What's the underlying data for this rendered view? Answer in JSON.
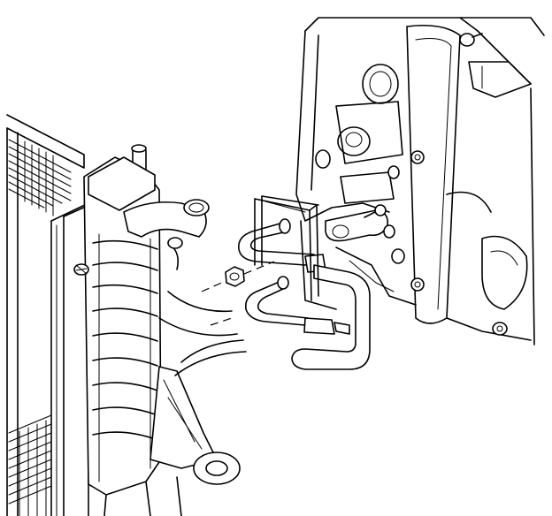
{
  "figure": {
    "background": "#ffffff",
    "line_color": "#000000"
  },
  "parts": {
    "radiator": "radiator",
    "radiator_tank": "radiator-tank",
    "upper_hose": "upper-radiator-hose",
    "lower_hose": "lower-radiator-hose",
    "oil_cooler_lines": "oil-cooler-lines",
    "line_bracket": "line-bracket",
    "fitting_nut": "fitting-nut",
    "engine_block": "engine-block",
    "transmission_housing": "transmission-housing",
    "bolts": "bolt"
  }
}
